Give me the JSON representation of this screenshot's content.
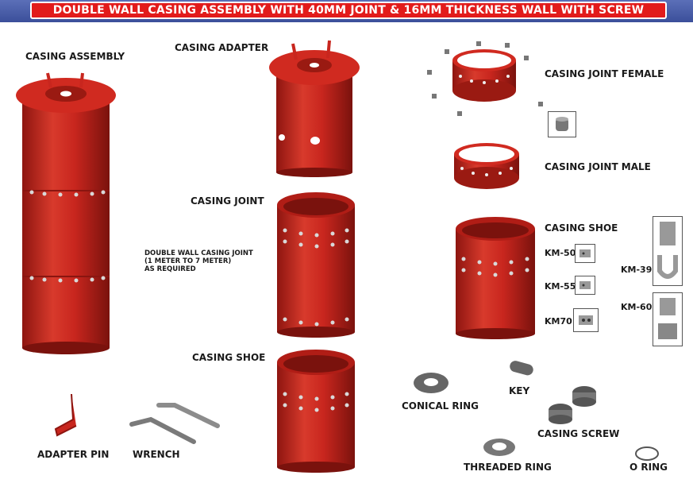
{
  "header": {
    "title": "DOUBLE WALL CASING ASSEMBLY WITH 40MM JOINT & 16MM THICKNESS WALL WITH SCREW"
  },
  "labels": {
    "casing_assembly": "CASING ASSEMBLY",
    "casing_adapter": "CASING ADAPTER",
    "casing_joint": "CASING JOINT",
    "casing_shoe": "CASING SHOE",
    "casing_joint_female": "CASING JOINT FEMALE",
    "casing_joint_male": "CASING JOINT MALE",
    "casing_shoe_right": "CASING SHOE",
    "adapter_pin": "ADAPTER PIN",
    "wrench": "WRENCH",
    "conical_ring": "CONICAL RING",
    "key": "KEY",
    "casing_screw": "CASING SCREW",
    "threaded_ring": "THREADED RING",
    "o_ring": "O RING"
  },
  "joint_note": {
    "line1": "DOUBLE WALL CASING JOINT",
    "line2": "(1 METER TO 7 METER)",
    "line3": "AS REQUIRED"
  },
  "teeth_codes": {
    "km50": "KM-50",
    "km55": "KM-55",
    "km70": "KM70",
    "km39": "KM-39",
    "km60": "KM-60"
  },
  "colors": {
    "accent": "#e21b1b",
    "banner": "#3b4f9a",
    "casing_red": "#c8261e"
  }
}
